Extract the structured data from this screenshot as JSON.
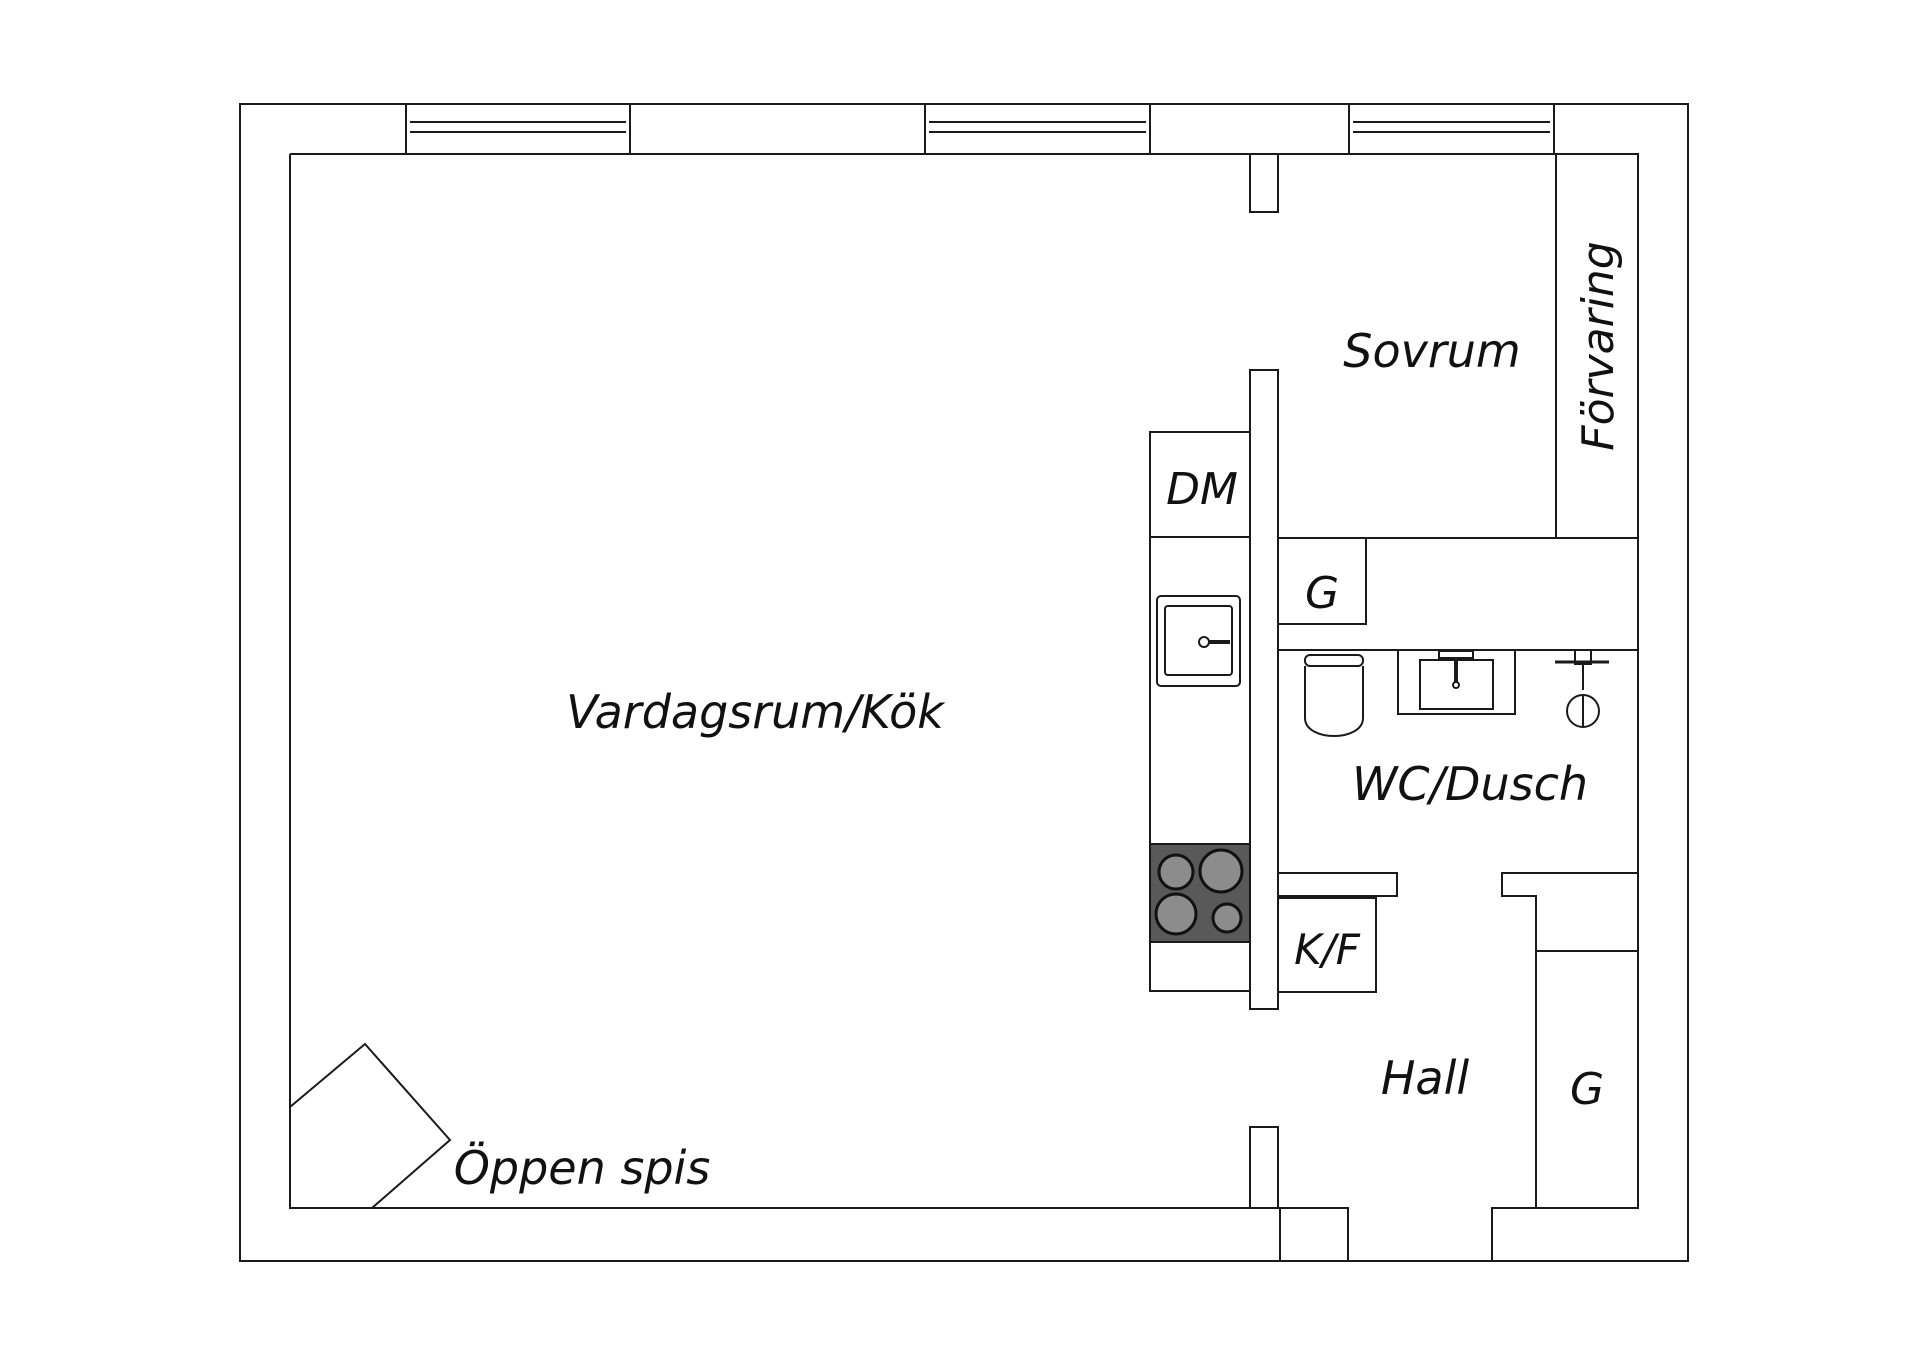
{
  "floorplan": {
    "rooms": {
      "living_kitchen": "Vardagsrum/Kök",
      "bedroom": "Sovrum",
      "storage": "Förvaring",
      "bathroom": "WC/Dusch",
      "hall": "Hall"
    },
    "fixtures": {
      "dishwasher": "DM",
      "wardrobe_upper": "G",
      "wardrobe_hall": "G",
      "fridge_freezer": "K/F",
      "fireplace": "Öppen spis"
    }
  },
  "colors": {
    "line": "#1a1a1a",
    "background": "#ffffff",
    "stove": "#595959",
    "burner": "#8c8c8c"
  }
}
